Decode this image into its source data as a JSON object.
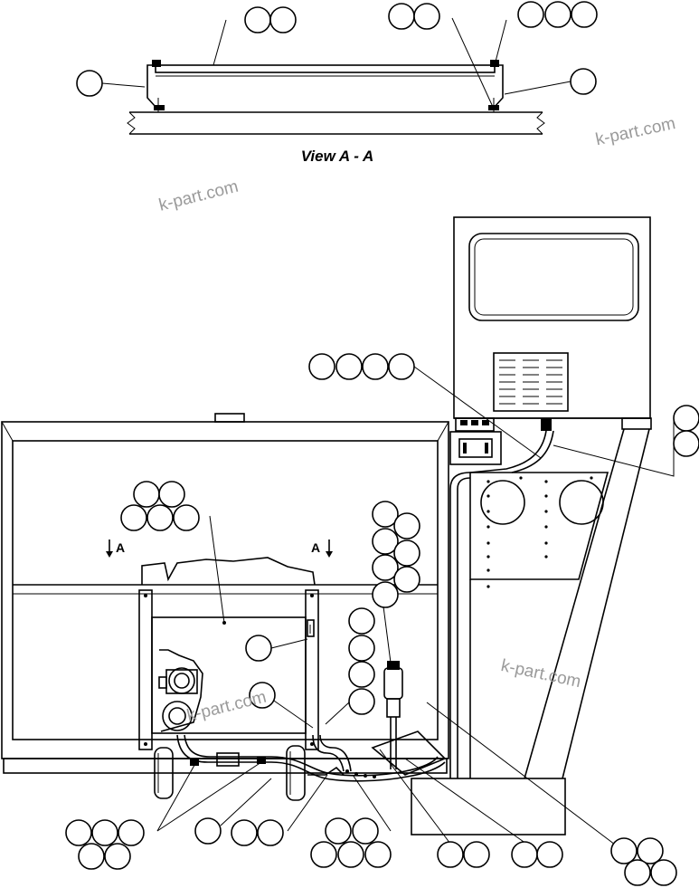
{
  "view_title": "View A - A",
  "section_marks": [
    "A",
    "A"
  ],
  "watermarks": [
    "k-part.com",
    "k-part.com",
    "k-part.com",
    "k-part.com"
  ]
}
